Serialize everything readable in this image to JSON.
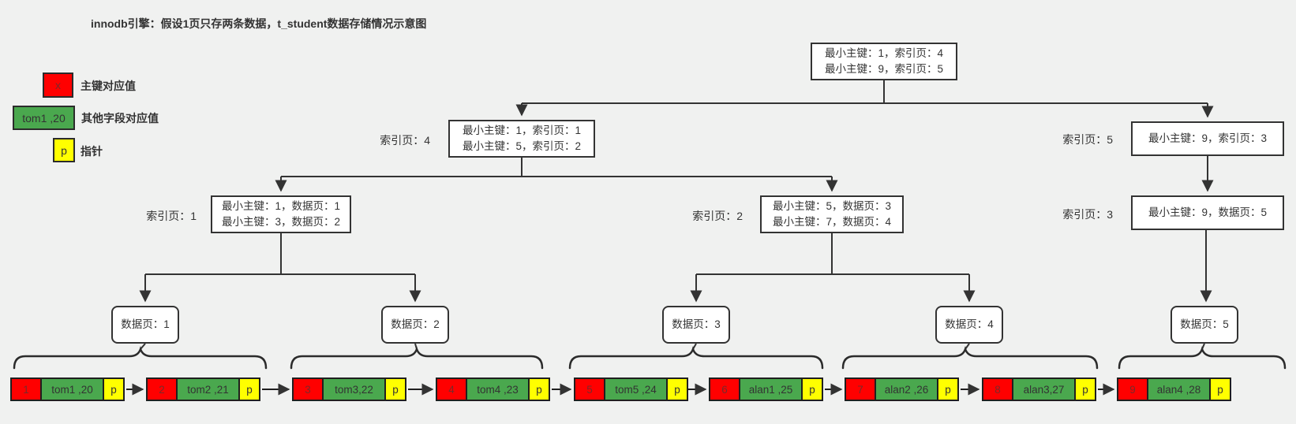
{
  "title": "innodb引擎：假设1页只存两条数据，t_student数据存储情况示意图",
  "legend": {
    "items": [
      {
        "box_text": "x",
        "label": "主键对应值",
        "color": "#ff0000"
      },
      {
        "box_text": "tom1 ,20",
        "label": "其他字段对应值",
        "color": "#4aa84e"
      },
      {
        "box_text": "p",
        "label": "指针",
        "color": "#ffff00"
      }
    ]
  },
  "tree": {
    "root": {
      "lines": [
        "最小主键：1，索引页：4",
        "最小主键：9，索引页：5"
      ]
    },
    "index_pages": [
      {
        "label": "索引页：4",
        "lines": [
          "最小主键：1，索引页：1",
          "最小主键：5，索引页：2"
        ]
      },
      {
        "label": "索引页：5",
        "lines": [
          "最小主键：9，索引页：3"
        ]
      },
      {
        "label": "索引页：1",
        "lines": [
          "最小主键：1，数据页：1",
          "最小主键：3，数据页：2"
        ]
      },
      {
        "label": "索引页：2",
        "lines": [
          "最小主键：5，数据页：3",
          "最小主键：7，数据页：4"
        ]
      },
      {
        "label": "索引页：3",
        "lines": [
          "最小主键：9，数据页：5"
        ]
      }
    ],
    "data_pages": [
      "数据页：1",
      "数据页：2",
      "数据页：3",
      "数据页：4",
      "数据页：5"
    ]
  },
  "records": [
    {
      "pk": "1",
      "fields": "tom1 ,20",
      "ptr": "p"
    },
    {
      "pk": "2",
      "fields": "tom2 ,21",
      "ptr": "p"
    },
    {
      "pk": "3",
      "fields": "tom3,22",
      "ptr": "p"
    },
    {
      "pk": "4",
      "fields": "tom4 ,23",
      "ptr": "p"
    },
    {
      "pk": "5",
      "fields": "tom5 ,24",
      "ptr": "p"
    },
    {
      "pk": "6",
      "fields": "alan1 ,25",
      "ptr": "p"
    },
    {
      "pk": "7",
      "fields": "alan2 ,26",
      "ptr": "p"
    },
    {
      "pk": "8",
      "fields": "alan3,27",
      "ptr": "p"
    },
    {
      "pk": "9",
      "fields": "alan4 ,28",
      "ptr": "p"
    }
  ],
  "colors": {
    "primary_key": "#ff0000",
    "other_fields": "#4aa84e",
    "pointer": "#ffff00",
    "line": "#333333",
    "background": "#f0f1f0"
  }
}
